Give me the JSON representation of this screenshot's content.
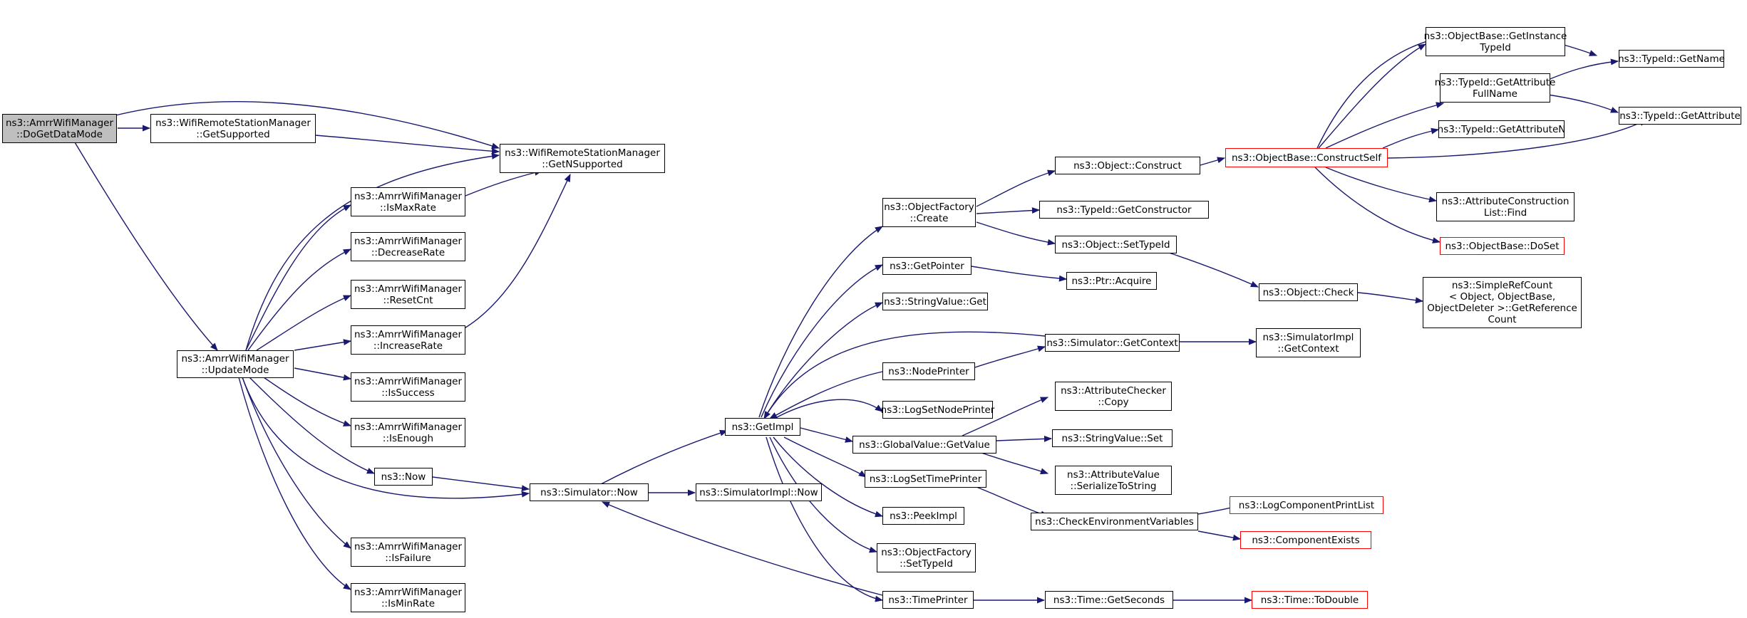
{
  "colors": {
    "edge": "#191970",
    "node_border": "#000000",
    "truncated_border": "#ff0000",
    "root_fill": "#bfbfbf"
  },
  "nodes": {
    "DoGetDataMode": [
      "ns3::AmrrWifiManager",
      "::DoGetDataMode"
    ],
    "GetSupported": [
      "ns3::WifiRemoteStationManager",
      "::GetSupported"
    ],
    "GetNSupported": [
      "ns3::WifiRemoteStationManager",
      "::GetNSupported"
    ],
    "UpdateMode": [
      "ns3::AmrrWifiManager",
      "::UpdateMode"
    ],
    "IsMaxRate": [
      "ns3::AmrrWifiManager",
      "::IsMaxRate"
    ],
    "DecreaseRate": [
      "ns3::AmrrWifiManager",
      "::DecreaseRate"
    ],
    "ResetCnt": [
      "ns3::AmrrWifiManager",
      "::ResetCnt"
    ],
    "IncreaseRate": [
      "ns3::AmrrWifiManager",
      "::IncreaseRate"
    ],
    "IsSuccess": [
      "ns3::AmrrWifiManager",
      "::IsSuccess"
    ],
    "IsEnough": [
      "ns3::AmrrWifiManager",
      "::IsEnough"
    ],
    "Now": [
      "ns3::Now"
    ],
    "IsFailure": [
      "ns3::AmrrWifiManager",
      "::IsFailure"
    ],
    "IsMinRate": [
      "ns3::AmrrWifiManager",
      "::IsMinRate"
    ],
    "SimulatorNow": [
      "ns3::Simulator::Now"
    ],
    "SimulatorImplNow": [
      "ns3::SimulatorImpl::Now"
    ],
    "GetImpl": [
      "ns3::GetImpl"
    ],
    "ObjectFactoryCreate": [
      "ns3::ObjectFactory",
      "::Create"
    ],
    "GetPointer": [
      "ns3::GetPointer"
    ],
    "StringValueGet": [
      "ns3::StringValue::Get"
    ],
    "NodePrinter": [
      "ns3::NodePrinter"
    ],
    "LogSetNodePrinter": [
      "ns3::LogSetNodePrinter"
    ],
    "GlobalValueGetValue": [
      "ns3::GlobalValue::GetValue"
    ],
    "LogSetTimePrinter": [
      "ns3::LogSetTimePrinter"
    ],
    "PeekImpl": [
      "ns3::PeekImpl"
    ],
    "ObjectFactorySetTypeId": [
      "ns3::ObjectFactory",
      "::SetTypeId"
    ],
    "TimePrinter": [
      "ns3::TimePrinter"
    ],
    "ObjectConstruct": [
      "ns3::Object::Construct"
    ],
    "TypeIdGetConstructor": [
      "ns3::TypeId::GetConstructor"
    ],
    "ObjectSetTypeId": [
      "ns3::Object::SetTypeId"
    ],
    "PtrAcquire": [
      "ns3::Ptr::Acquire"
    ],
    "SimulatorGetContext": [
      "ns3::Simulator::GetContext"
    ],
    "AttributeCheckerCopy": [
      "ns3::AttributeChecker",
      "::Copy"
    ],
    "StringValueSet": [
      "ns3::StringValue::Set"
    ],
    "AttributeValueSerialize": [
      "ns3::AttributeValue",
      "::SerializeToString"
    ],
    "CheckEnvironmentVariables": [
      "ns3::CheckEnvironmentVariables"
    ],
    "TimeGetSeconds": [
      "ns3::Time::GetSeconds"
    ],
    "ObjectBaseConstructSelf": [
      "ns3::ObjectBase::ConstructSelf"
    ],
    "ObjectCheck": [
      "ns3::Object::Check"
    ],
    "SimulatorImplGetContext": [
      "ns3::SimulatorImpl",
      "::GetContext"
    ],
    "LogComponentPrintList": [
      "ns3::LogComponentPrintList"
    ],
    "ComponentExists": [
      "ns3::ComponentExists"
    ],
    "TimeToDouble": [
      "ns3::Time::ToDouble"
    ],
    "GetInstanceTypeId": [
      "ns3::ObjectBase::GetInstance",
      "TypeId"
    ],
    "GetAttributeFullName": [
      "ns3::TypeId::GetAttribute",
      "FullName"
    ],
    "GetAttributeN": [
      "ns3::TypeId::GetAttributeN"
    ],
    "AttrConstructionListFind": [
      "ns3::AttributeConstruction",
      "List::Find"
    ],
    "ObjectBaseDoSet": [
      "ns3::ObjectBase::DoSet"
    ],
    "SimpleRefCount": [
      "ns3::SimpleRefCount",
      "< Object, ObjectBase,",
      "ObjectDeleter >::GetReference",
      "Count"
    ],
    "TypeIdGetName": [
      "ns3::TypeId::GetName"
    ],
    "TypeIdGetAttribute": [
      "ns3::TypeId::GetAttribute"
    ]
  }
}
